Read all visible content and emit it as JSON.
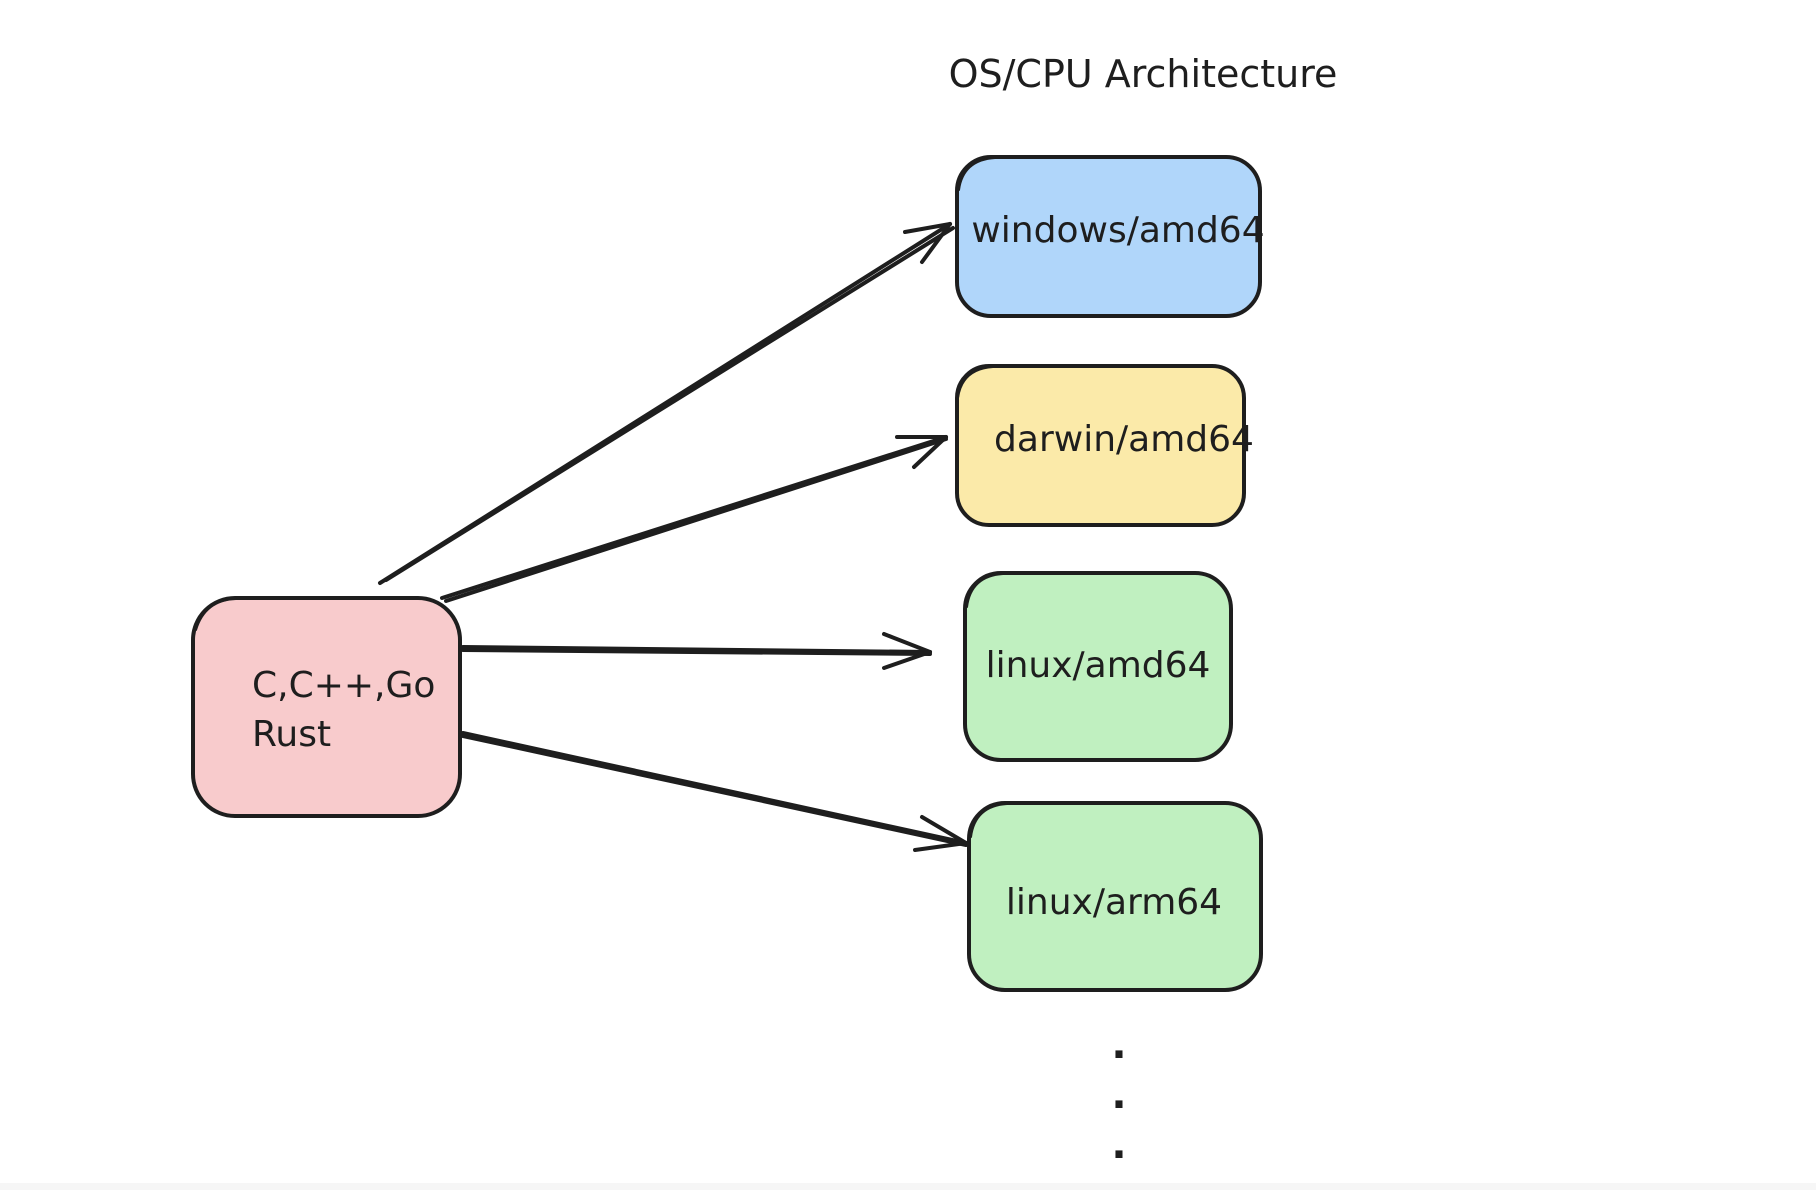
{
  "diagram": {
    "title": "OS/CPU Architecture",
    "source": {
      "lines": [
        "C,C++,Go",
        "Rust"
      ],
      "fill": "#f8cbcc"
    },
    "targets": [
      {
        "label": "windows/amd64",
        "fill": "#b0d6fa"
      },
      {
        "label": "darwin/amd64",
        "fill": "#fbeaa9"
      },
      {
        "label": "linux/amd64",
        "fill": "#c0f0c0"
      },
      {
        "label": "linux/arm64",
        "fill": "#c0f0c0"
      }
    ],
    "ellipsis": [
      "·",
      "·",
      "·"
    ],
    "stroke_color": "#1e1e1e"
  }
}
